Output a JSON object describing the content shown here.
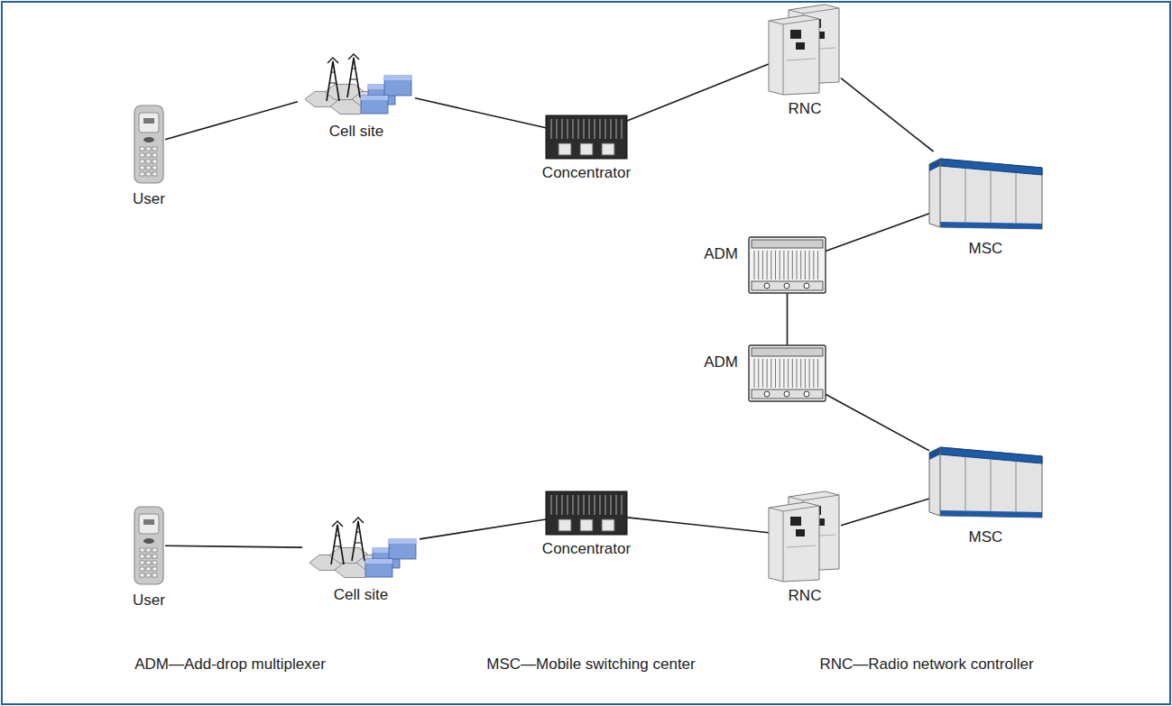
{
  "diagram": {
    "nodes": [
      {
        "text": [
          "User"
        ]
      },
      {
        "text": [
          "Cell site"
        ]
      },
      {
        "text": [
          "Concentrator"
        ]
      },
      {
        "text": [
          "RNC"
        ]
      },
      {
        "text": [
          "MSC"
        ]
      },
      {
        "text": [
          "ADM"
        ]
      },
      {
        "text": [
          "ADM"
        ]
      },
      {
        "text": [
          "User"
        ]
      },
      {
        "text": [
          "Cell site"
        ]
      },
      {
        "text": [
          "Concentrator"
        ]
      },
      {
        "text": [
          "RNC"
        ]
      },
      {
        "text": [
          "MSC"
        ]
      }
    ],
    "edges": [
      {
        "from": 0,
        "to": 1,
        "arrow": "none"
      },
      {
        "from": 1,
        "to": 2,
        "arrow": "none"
      },
      {
        "from": 2,
        "to": 3,
        "arrow": "none"
      },
      {
        "from": 3,
        "to": 4,
        "arrow": "none"
      },
      {
        "from": 5,
        "to": 4,
        "arrow": "none"
      },
      {
        "from": 5,
        "to": 6,
        "arrow": "none"
      },
      {
        "from": 6,
        "to": 11,
        "arrow": "none"
      },
      {
        "from": 7,
        "to": 8,
        "arrow": "none"
      },
      {
        "from": 8,
        "to": 9,
        "arrow": "none"
      },
      {
        "from": 9,
        "to": 10,
        "arrow": "none"
      },
      {
        "from": 10,
        "to": 11,
        "arrow": "none"
      }
    ],
    "labels": [
      "ADM—Add-drop multiplexer",
      "MSC—Mobile switching center",
      "RNC—Radio network controller"
    ]
  }
}
